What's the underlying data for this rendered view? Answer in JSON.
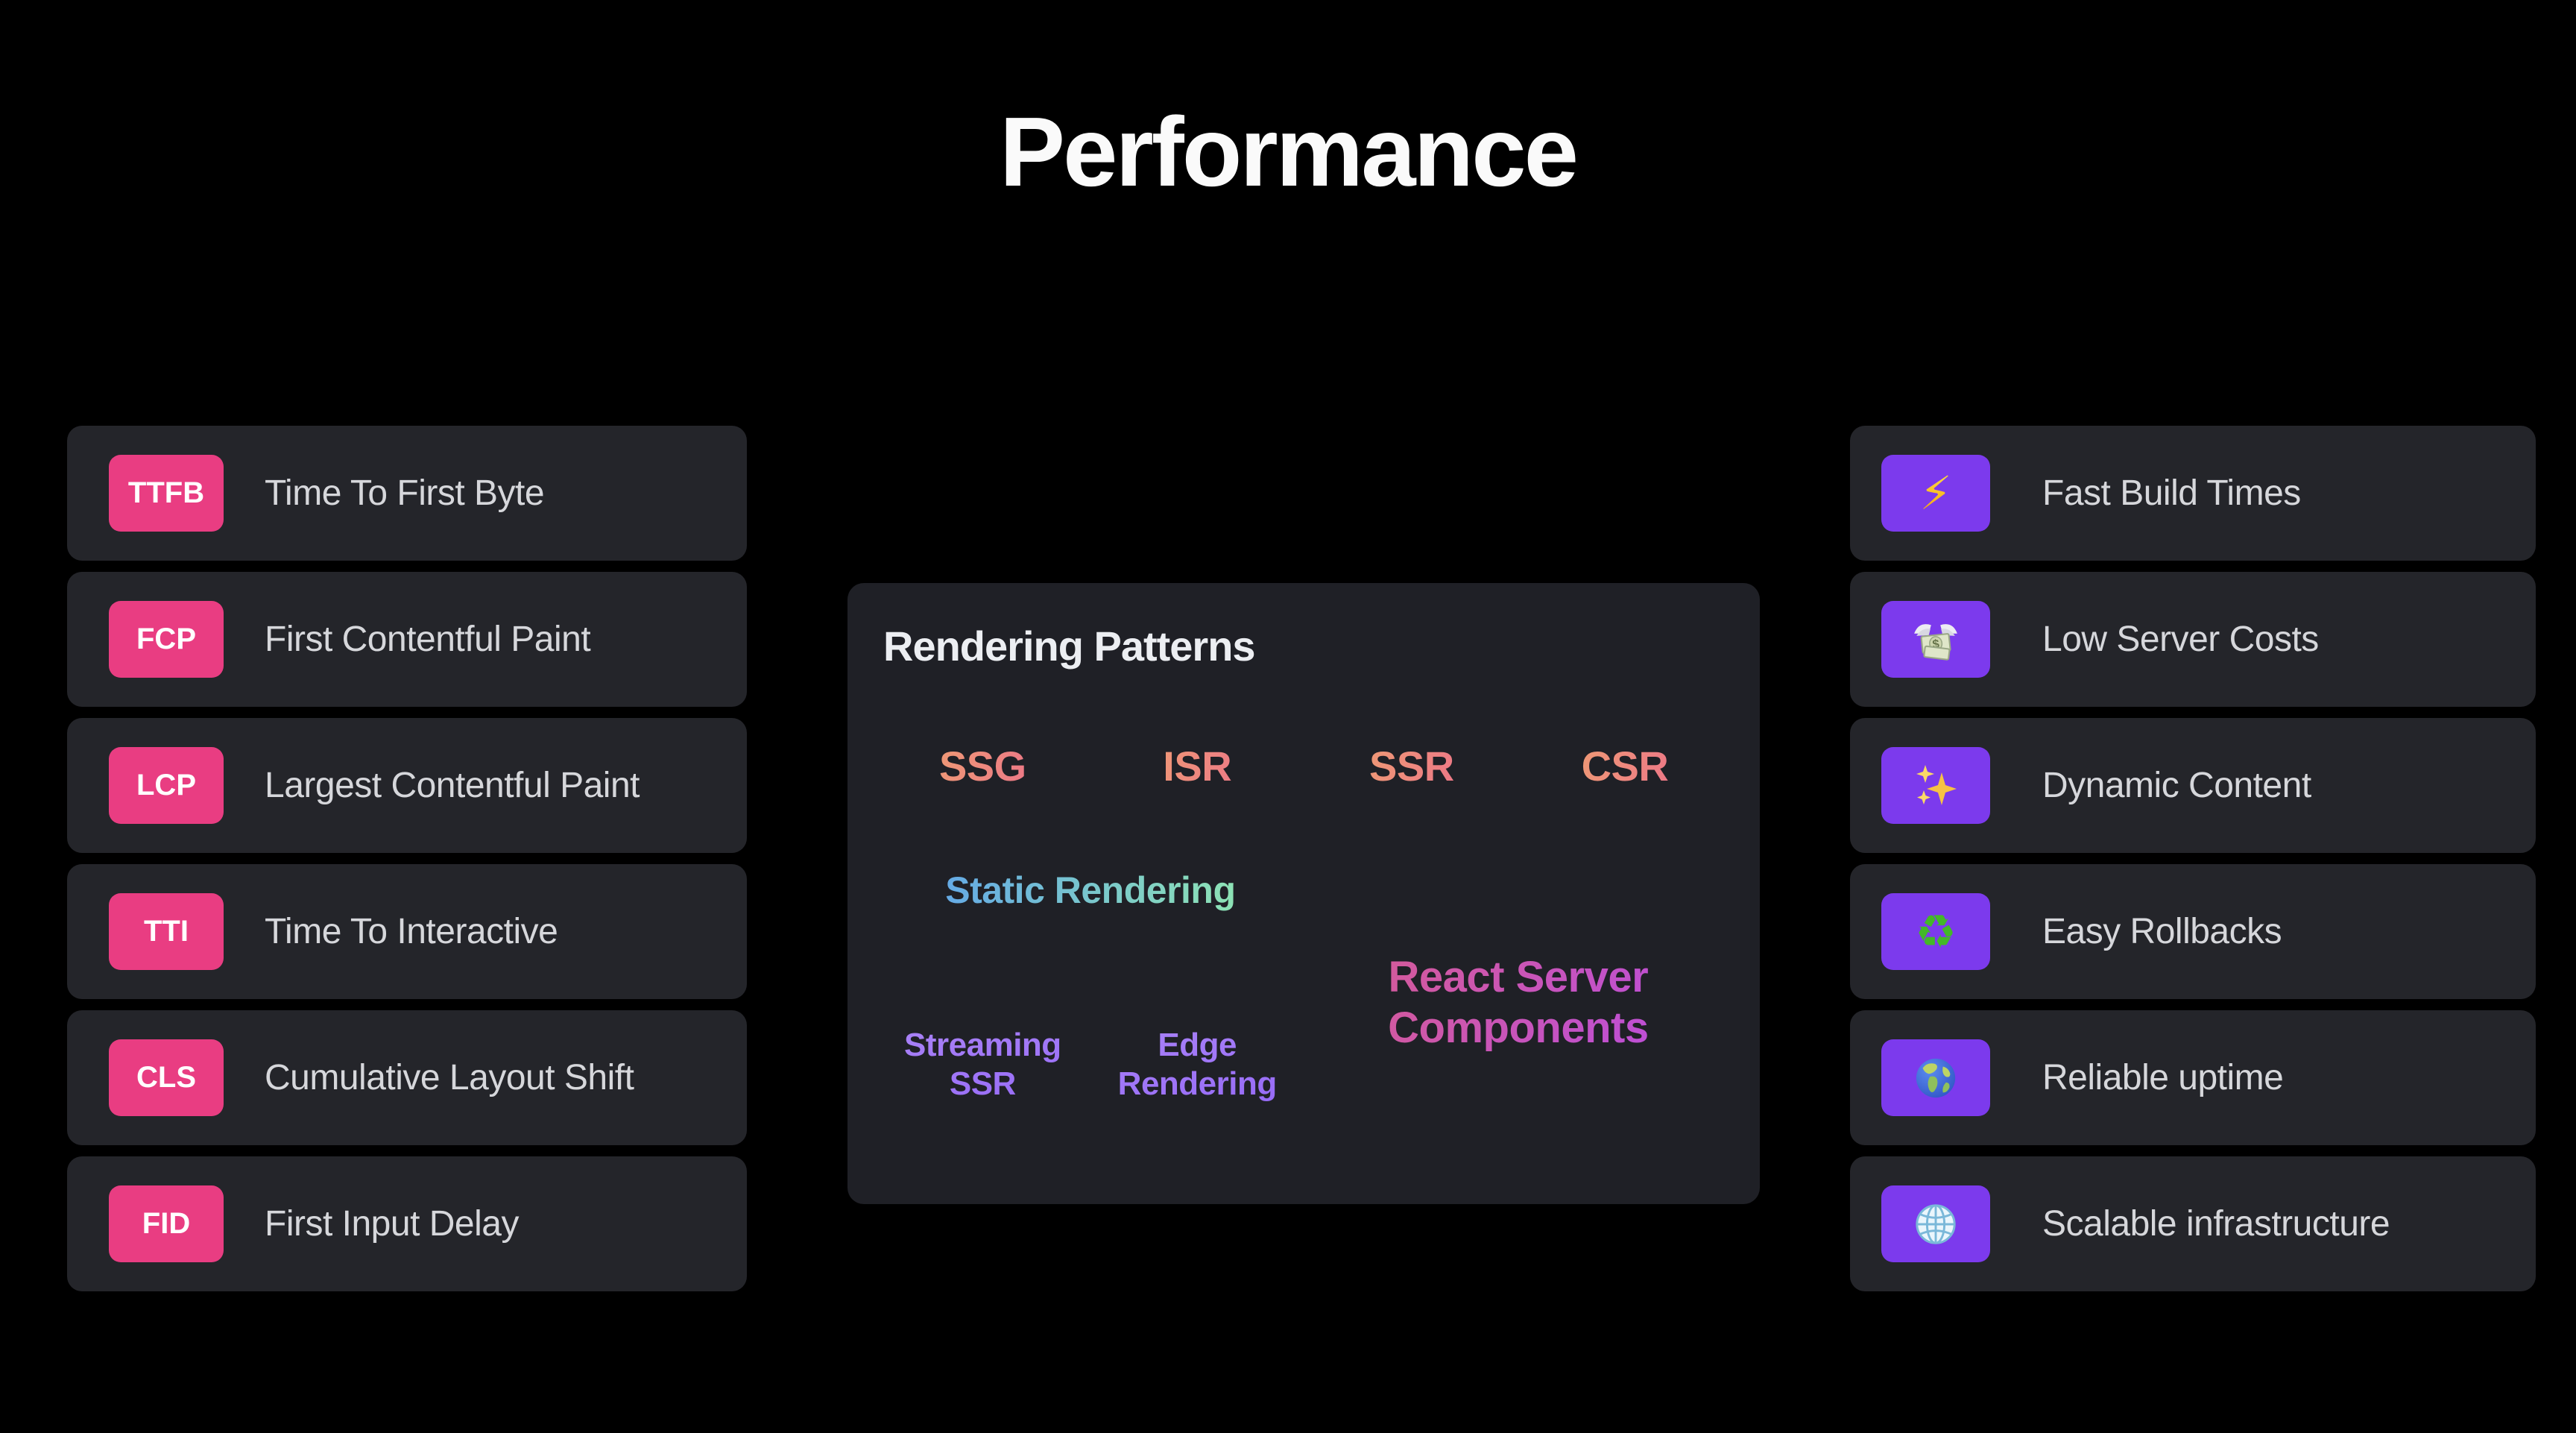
{
  "title": "Performance",
  "metrics": [
    {
      "abbr": "TTFB",
      "label": "Time To First Byte"
    },
    {
      "abbr": "FCP",
      "label": "First Contentful Paint"
    },
    {
      "abbr": "LCP",
      "label": "Largest Contentful Paint"
    },
    {
      "abbr": "TTI",
      "label": "Time To Interactive"
    },
    {
      "abbr": "CLS",
      "label": "Cumulative Layout Shift"
    },
    {
      "abbr": "FID",
      "label": "First Input Delay"
    }
  ],
  "rendering_patterns": {
    "title": "Rendering Patterns",
    "modes": [
      "SSG",
      "ISR",
      "SSR",
      "CSR"
    ],
    "static_label": "Static Rendering",
    "streaming_label": "Streaming SSR",
    "edge_label": "Edge Rendering",
    "rsc_label": "React Server Components"
  },
  "benefits": [
    {
      "icon": "lightning-icon",
      "label": "Fast Build Times"
    },
    {
      "icon": "money-with-wings-icon",
      "label": "Low Server Costs"
    },
    {
      "icon": "sparkles-icon",
      "label": "Dynamic Content"
    },
    {
      "icon": "recycle-icon",
      "label": "Easy Rollbacks"
    },
    {
      "icon": "globe-americas-icon",
      "label": "Reliable uptime"
    },
    {
      "icon": "globe-meridians-icon",
      "label": "Scalable infrastructure"
    }
  ],
  "colors": {
    "bg": "#000000",
    "card_bg": "#24252a",
    "panel_bg": "#1f2026",
    "cell_bg": "#141519",
    "badge_pink": "#e93d82",
    "tile_purple": "#7c3aed",
    "label": "#d6d7db",
    "title_color": "#fafafa",
    "heading": "#eceef2",
    "warm_from": "#efae6a",
    "warm_to": "#ec6392",
    "cool_from": "#5c9ef0",
    "cool_to": "#96efaa",
    "violet_from": "#b691f8",
    "violet_to": "#8a5cf6",
    "magenta_from": "#dd5f82",
    "magenta_to": "#b44aef",
    "gold_from": "#fde047",
    "gold_to": "#f59e0b",
    "recycle_green": "#43b828"
  }
}
